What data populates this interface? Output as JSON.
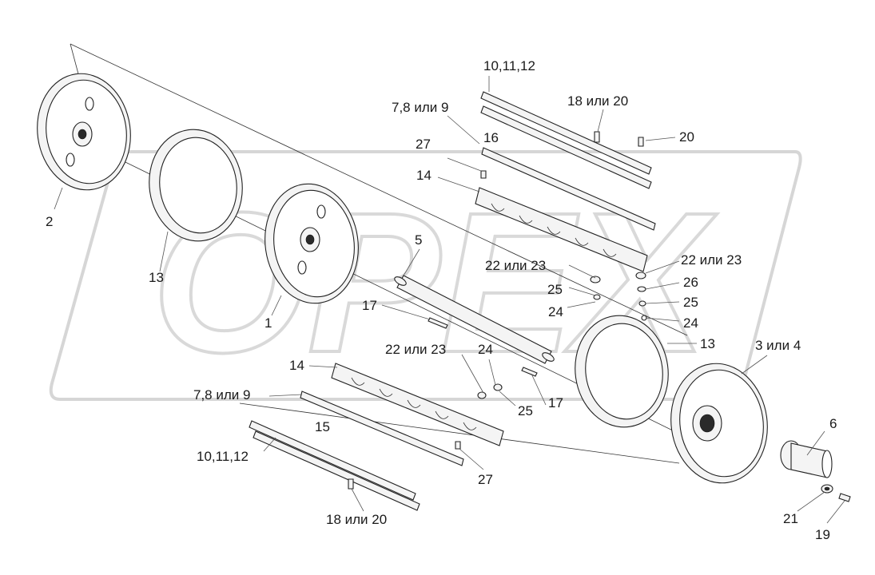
{
  "watermark": {
    "text": "OPEX"
  },
  "callouts": [
    {
      "id": "c-2",
      "text": "2"
    },
    {
      "id": "c-13a",
      "text": "13"
    },
    {
      "id": "c-1",
      "text": "1"
    },
    {
      "id": "c-10-11-12-top",
      "text": "10,11,12"
    },
    {
      "id": "c-18-20-top",
      "text": "18 или 20"
    },
    {
      "id": "c-20",
      "text": "20"
    },
    {
      "id": "c-7-8-9-top",
      "text": "7,8 или 9"
    },
    {
      "id": "c-16",
      "text": "16"
    },
    {
      "id": "c-27-top",
      "text": "27"
    },
    {
      "id": "c-14-top",
      "text": "14"
    },
    {
      "id": "c-5",
      "text": "5"
    },
    {
      "id": "c-22-23-mid",
      "text": "22 или 23"
    },
    {
      "id": "c-25-mid",
      "text": "25"
    },
    {
      "id": "c-24-mid",
      "text": "24"
    },
    {
      "id": "c-22-23-right",
      "text": "22 или 23"
    },
    {
      "id": "c-26",
      "text": "26"
    },
    {
      "id": "c-25-right",
      "text": "25"
    },
    {
      "id": "c-24-right",
      "text": "24"
    },
    {
      "id": "c-17a",
      "text": "17"
    },
    {
      "id": "c-13b",
      "text": "13"
    },
    {
      "id": "c-3-4",
      "text": "3 или 4"
    },
    {
      "id": "c-22-23-low",
      "text": "22 или 23"
    },
    {
      "id": "c-24-low",
      "text": "24"
    },
    {
      "id": "c-14-low",
      "text": "14"
    },
    {
      "id": "c-7-8-9-low",
      "text": "7,8 или 9"
    },
    {
      "id": "c-15",
      "text": "15"
    },
    {
      "id": "c-25-low",
      "text": "25"
    },
    {
      "id": "c-17b",
      "text": "17"
    },
    {
      "id": "c-6",
      "text": "6"
    },
    {
      "id": "c-10-11-12-low",
      "text": "10,11,12"
    },
    {
      "id": "c-27-low",
      "text": "27"
    },
    {
      "id": "c-18-20-low",
      "text": "18 или 20"
    },
    {
      "id": "c-21",
      "text": "21"
    },
    {
      "id": "c-19",
      "text": "19"
    }
  ]
}
